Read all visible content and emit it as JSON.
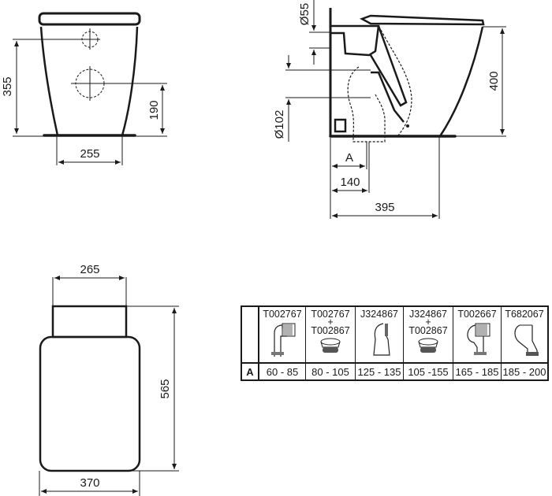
{
  "front_view": {
    "height_inlet": "355",
    "height_outlet": "190",
    "base_width": "255"
  },
  "side_view": {
    "inlet_diameter": "Ø55",
    "outlet_diameter": "Ø102",
    "height": "400",
    "dim_a": "A",
    "outlet_offset": "140",
    "depth": "395"
  },
  "top_view": {
    "tank_width": "265",
    "length": "565",
    "seat_width": "370"
  },
  "connector_table": {
    "row_label": "A",
    "columns": [
      {
        "code": "T002767",
        "plus": "",
        "code2": "",
        "icon": "elbow-connector-icon",
        "range": "60 - 85"
      },
      {
        "code": "T002767",
        "plus": "+",
        "code2": "T002867",
        "icon": "ring-adapter-icon",
        "range": "80 - 105"
      },
      {
        "code": "J324867",
        "plus": "",
        "code2": "",
        "icon": "offset-connector-icon",
        "range": "125 - 135"
      },
      {
        "code": "J324867",
        "plus": "+",
        "code2": "T002867",
        "icon": "ring-adapter-icon",
        "range": "105 -155"
      },
      {
        "code": "T002667",
        "plus": "",
        "code2": "",
        "icon": "s-trap-connector-icon",
        "range": "165 - 185"
      },
      {
        "code": "T682067",
        "plus": "",
        "code2": "",
        "icon": "angled-connector-icon",
        "range": "185 - 200"
      }
    ]
  }
}
